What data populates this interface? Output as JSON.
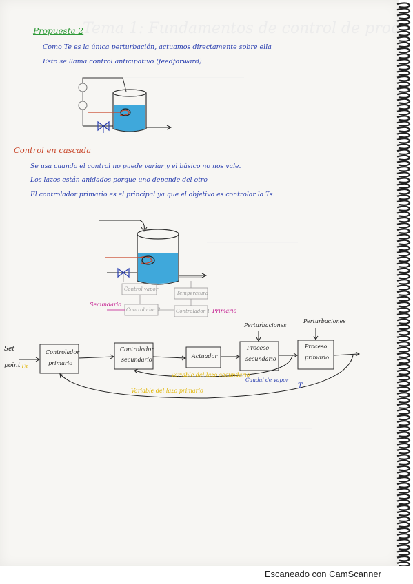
{
  "notes": {
    "section1_title": "Propuesta 2",
    "section1_line1": "Como Te es la única perturbación, actuamos directamente sobre ella",
    "section1_line2": "Esto se llama control anticipativo (feedforward)",
    "section2_title": "Control en cascada",
    "section2_line1": "Se usa cuando el control no puede variar y el básico no nos vale.",
    "section2_line2": "Los lazos están anidados porque uno depende del otro",
    "section2_line3": "El controlador primario es el principal ya que el objetivo es controlar la Ts."
  },
  "tank_diagram2": {
    "box_control_vapor": "Control vapor",
    "box_temperatura": "Temperatura",
    "box_controlador2": "Controlador 2",
    "box_controlador1": "Controlador 1",
    "label_secundario": "Secundario",
    "label_primario": "Primario"
  },
  "block_diagram": {
    "setpoint_line1": "Set",
    "setpoint_line2": "point",
    "ts_label": "Ts",
    "perturbaciones_1": "Perturbaciones",
    "perturbaciones_2": "Perturbaciones",
    "block1_line1": "Controlador",
    "block1_line2": "primario",
    "block2_line1": "Controlador",
    "block2_line2": "secundario",
    "block3_line1": "Actuador",
    "block4_line1": "Proceso",
    "block4_line2": "secundario",
    "block5_line1": "Proceso",
    "block5_line2": "primario",
    "var_secundario": "Variable del lazo secundario",
    "var_primario": "Variable del lazo primario",
    "caudal_vapor": "Caudal de vapor",
    "t_label": "T"
  },
  "colors": {
    "green_title": "#2f9a38",
    "red_title": "#c8462a",
    "ink_blue": "#2a3fb0",
    "magenta": "#c0128a",
    "yellow": "#e0b400",
    "water": "#2aa0d8"
  },
  "footer": {
    "scanner_text": "Escaneado con CamScanner"
  }
}
